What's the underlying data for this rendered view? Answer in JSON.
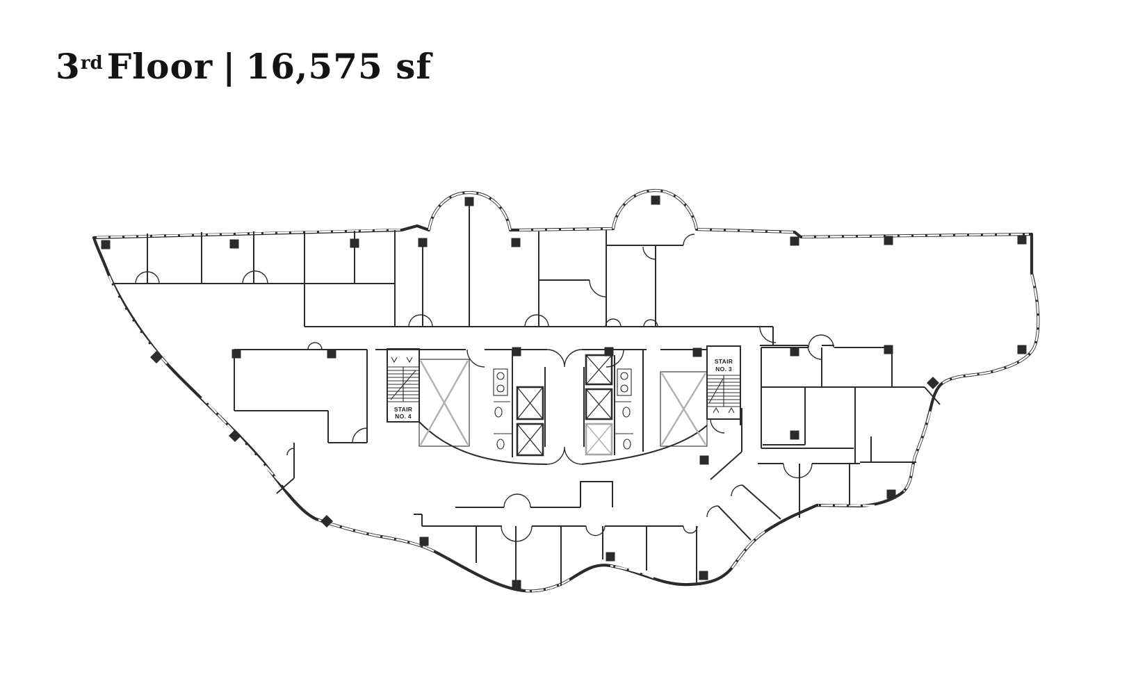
{
  "header": {
    "floor_number": "3",
    "floor_suffix": "rd",
    "floor_word": "Floor",
    "separator": "|",
    "area": "16,575 sf",
    "full_title": "3rd Floor | 16,575 sf"
  },
  "plan": {
    "stair_no_4": {
      "line1": "STAIR",
      "line2": "NO. 4"
    },
    "stair_no_3": {
      "line1": "STAIR",
      "line2": "NO. 3"
    },
    "colors": {
      "wall": "#2b2b2b",
      "shaft_x_gray": "#b0b0b0",
      "background": "#ffffff",
      "title_text": "#141414"
    }
  }
}
